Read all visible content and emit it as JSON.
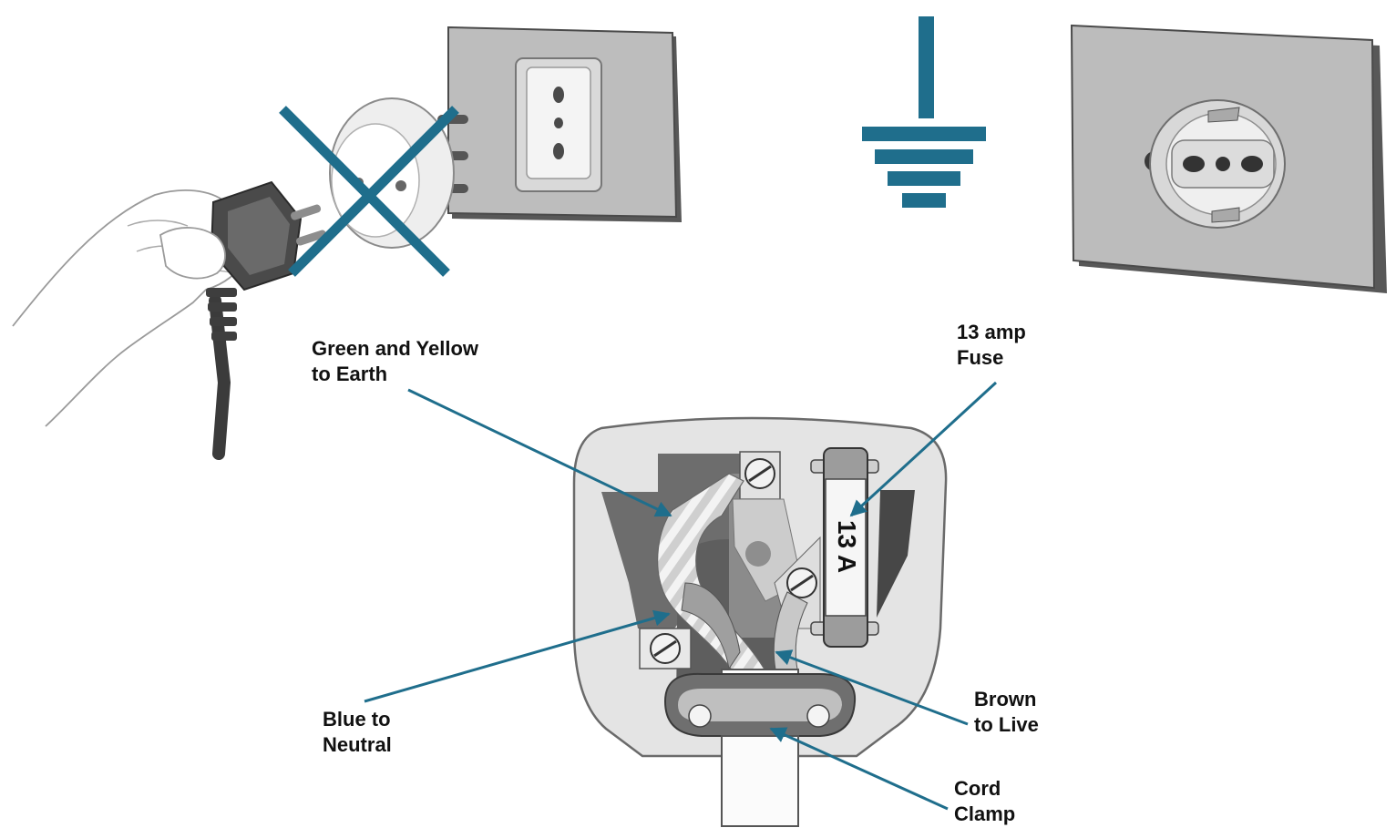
{
  "colors": {
    "accent": "#1f6e8c",
    "panel": "#b9b9b9",
    "panel_edge": "#6a6a6a",
    "plug_body": "#e4e4e4",
    "dark": "#575757"
  },
  "labels": {
    "earth": [
      "Green and Yellow",
      "to Earth"
    ],
    "fuse": [
      "13 amp",
      "Fuse"
    ],
    "neutral": [
      "Blue to",
      "Neutral"
    ],
    "live": [
      "Brown",
      "to Live"
    ],
    "clamp": [
      "Cord",
      "Clamp"
    ]
  },
  "fuse_text": "13 A",
  "icons": {
    "cross": "cross-mark-icon",
    "ground": "ground-symbol-icon"
  }
}
